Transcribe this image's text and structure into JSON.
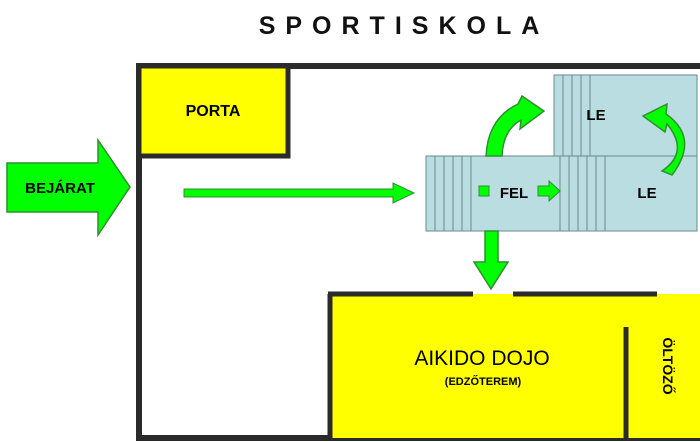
{
  "title": "SPORTISKOLA",
  "labels": {
    "entrance": "BEJÁRAT",
    "porta": "PORTA",
    "stairs_up": "FEL",
    "stairs_down_top": "LE",
    "stairs_down_right": "LE",
    "dojo": "AIKIDO DOJO",
    "dojo_sub": "(EDZŐTEREM)",
    "changing_room": "ÖLTÖZŐ"
  },
  "colors": {
    "wall": "#2b2b2b",
    "yellow": "#ffff00",
    "arrow_green": "#00ff00",
    "arrow_stroke": "#2f8f2f",
    "stairs": "#b9dde0"
  }
}
